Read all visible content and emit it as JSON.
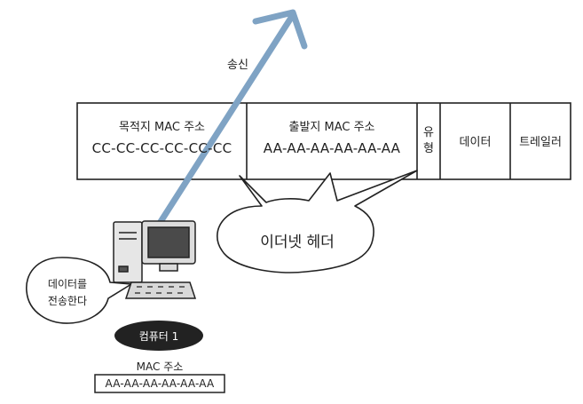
{
  "arrow": {
    "label": "송신"
  },
  "frame": {
    "dest": {
      "label": "목적지 MAC 주소",
      "value": "CC-CC-CC-CC-CC-CC"
    },
    "src": {
      "label": "출발지 MAC 주소",
      "value": "AA-AA-AA-AA-AA-AA"
    },
    "type": {
      "label_line1": "유",
      "label_line2": "형"
    },
    "data": {
      "label": "데이터"
    },
    "trailer": {
      "label": "트레일러"
    }
  },
  "header_bubble": {
    "label": "이더넷 헤더"
  },
  "speech_bubble": {
    "line1": "데이터를",
    "line2": "전송한다"
  },
  "computer": {
    "name": "컴퓨터 1",
    "mac_label": "MAC 주소",
    "mac_value": "AA-AA-AA-AA-AA-AA"
  },
  "colors": {
    "arrow": "#7fa3c4",
    "outline": "#222222",
    "badge": "#222222",
    "badge_text": "#ffffff"
  },
  "icons": [
    "arrow",
    "desktop-computer-icon",
    "speech-bubble",
    "thought-bubble"
  ]
}
